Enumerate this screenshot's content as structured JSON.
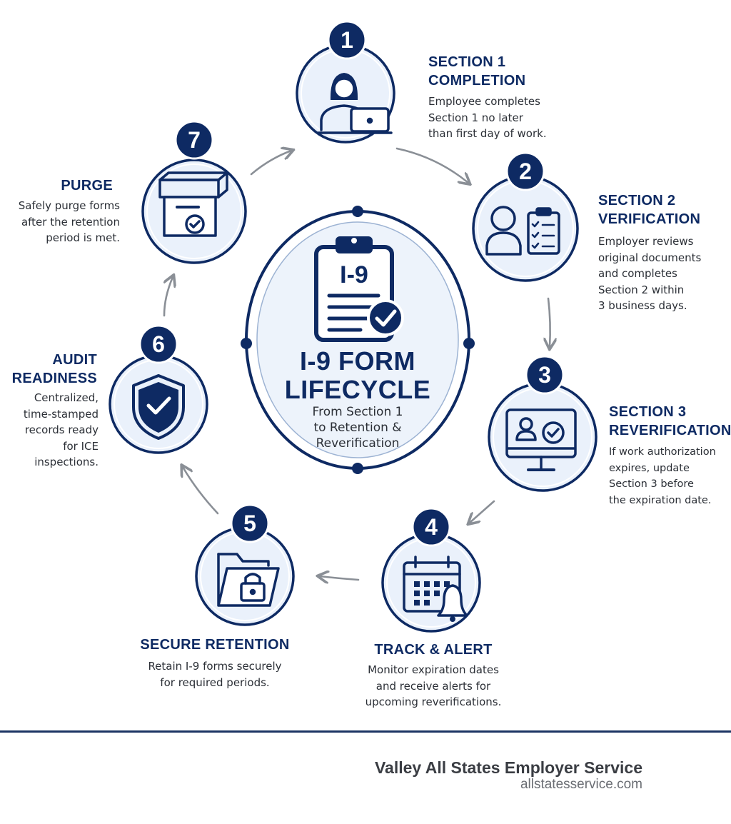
{
  "center": {
    "clipboard_label": "I-9",
    "title": "I-9 FORM\nLIFECYCLE",
    "subtitle": "From Section 1\nto Retention &\nReverification"
  },
  "steps": [
    {
      "number": "1",
      "title": "SECTION 1\nCOMPLETION",
      "description": "Employee completes\nSection 1 no later\nthan first day of work.",
      "icon": "employee-laptop-icon"
    },
    {
      "number": "2",
      "title": "SECTION 2\nVERIFICATION",
      "description": "Employer reviews\noriginal documents\nand completes\nSection 2 within\n3 business days.",
      "icon": "person-checklist-icon"
    },
    {
      "number": "3",
      "title": "SECTION 3\nREVERIFICATION",
      "description": "If work authorization\nexpires, update\nSection 3 before\nthe expiration date.",
      "icon": "monitor-check-icon"
    },
    {
      "number": "4",
      "title": "TRACK & ALERT",
      "description": "Monitor expiration dates\nand receive alerts for\nupcoming reverifications.",
      "icon": "calendar-bell-icon"
    },
    {
      "number": "5",
      "title": "SECURE RETENTION",
      "description": "Retain I-9 forms securely\nfor required periods.",
      "icon": "folder-lock-icon"
    },
    {
      "number": "6",
      "title": "AUDIT\nREADINESS",
      "description": "Centralized,\ntime-stamped\nrecords ready\nfor ICE\ninspections.",
      "icon": "shield-check-icon"
    },
    {
      "number": "7",
      "title": "PURGE",
      "description": "Safely purge forms\nafter the retention\nperiod is met.",
      "icon": "archive-box-icon"
    }
  ],
  "footer": {
    "company": "Valley All States Employer Service",
    "website": "allstatesservice.com"
  },
  "colors": {
    "navy": "#0e2a63",
    "circle_fill": "#eaf1fb",
    "arrow": "#8a8f96"
  }
}
